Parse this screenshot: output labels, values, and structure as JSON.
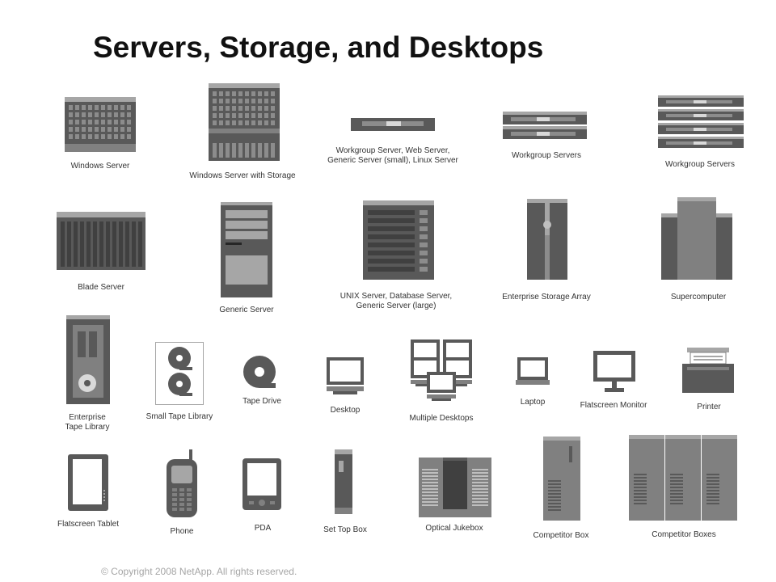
{
  "title": "Servers, Storage, and Desktops",
  "copyright": "© Copyright 2008 NetApp.  All rights reserved.",
  "colors": {
    "dark": "#595959",
    "mid": "#808080",
    "light": "#a6a6a6",
    "lighter": "#bfbfbf",
    "title": "#111111",
    "footer": "#a6a6a6"
  },
  "icons": [
    {
      "name": "windows-server",
      "label": "Windows Server"
    },
    {
      "name": "windows-server-with-storage",
      "label": "Windows Server with Storage"
    },
    {
      "name": "workgroup-server-small",
      "label": "Workgroup Server, Web Server,\nGeneric Server (small), Linux Server"
    },
    {
      "name": "workgroup-servers-two",
      "label": "Workgroup Servers"
    },
    {
      "name": "workgroup-servers-four",
      "label": "Workgroup Servers"
    },
    {
      "name": "blade-server",
      "label": "Blade Server"
    },
    {
      "name": "generic-server",
      "label": "Generic Server"
    },
    {
      "name": "unix-server",
      "label": "UNIX Server, Database Server,\nGeneric Server (large)"
    },
    {
      "name": "enterprise-storage-array",
      "label": "Enterprise Storage Array"
    },
    {
      "name": "supercomputer",
      "label": "Supercomputer"
    },
    {
      "name": "enterprise-tape-library",
      "label": "Enterprise\nTape Library"
    },
    {
      "name": "small-tape-library",
      "label": "Small Tape Library"
    },
    {
      "name": "tape-drive",
      "label": "Tape Drive"
    },
    {
      "name": "desktop",
      "label": "Desktop"
    },
    {
      "name": "multiple-desktops",
      "label": "Multiple Desktops"
    },
    {
      "name": "laptop",
      "label": "Laptop"
    },
    {
      "name": "flatscreen-monitor",
      "label": "Flatscreen Monitor"
    },
    {
      "name": "printer",
      "label": "Printer"
    },
    {
      "name": "flatscreen-tablet",
      "label": "Flatscreen Tablet"
    },
    {
      "name": "phone",
      "label": "Phone"
    },
    {
      "name": "pda",
      "label": "PDA"
    },
    {
      "name": "set-top-box",
      "label": "Set Top Box"
    },
    {
      "name": "optical-jukebox",
      "label": "Optical Jukebox"
    },
    {
      "name": "competitor-box",
      "label": "Competitor Box"
    },
    {
      "name": "competitor-boxes",
      "label": "Competitor Boxes"
    }
  ]
}
